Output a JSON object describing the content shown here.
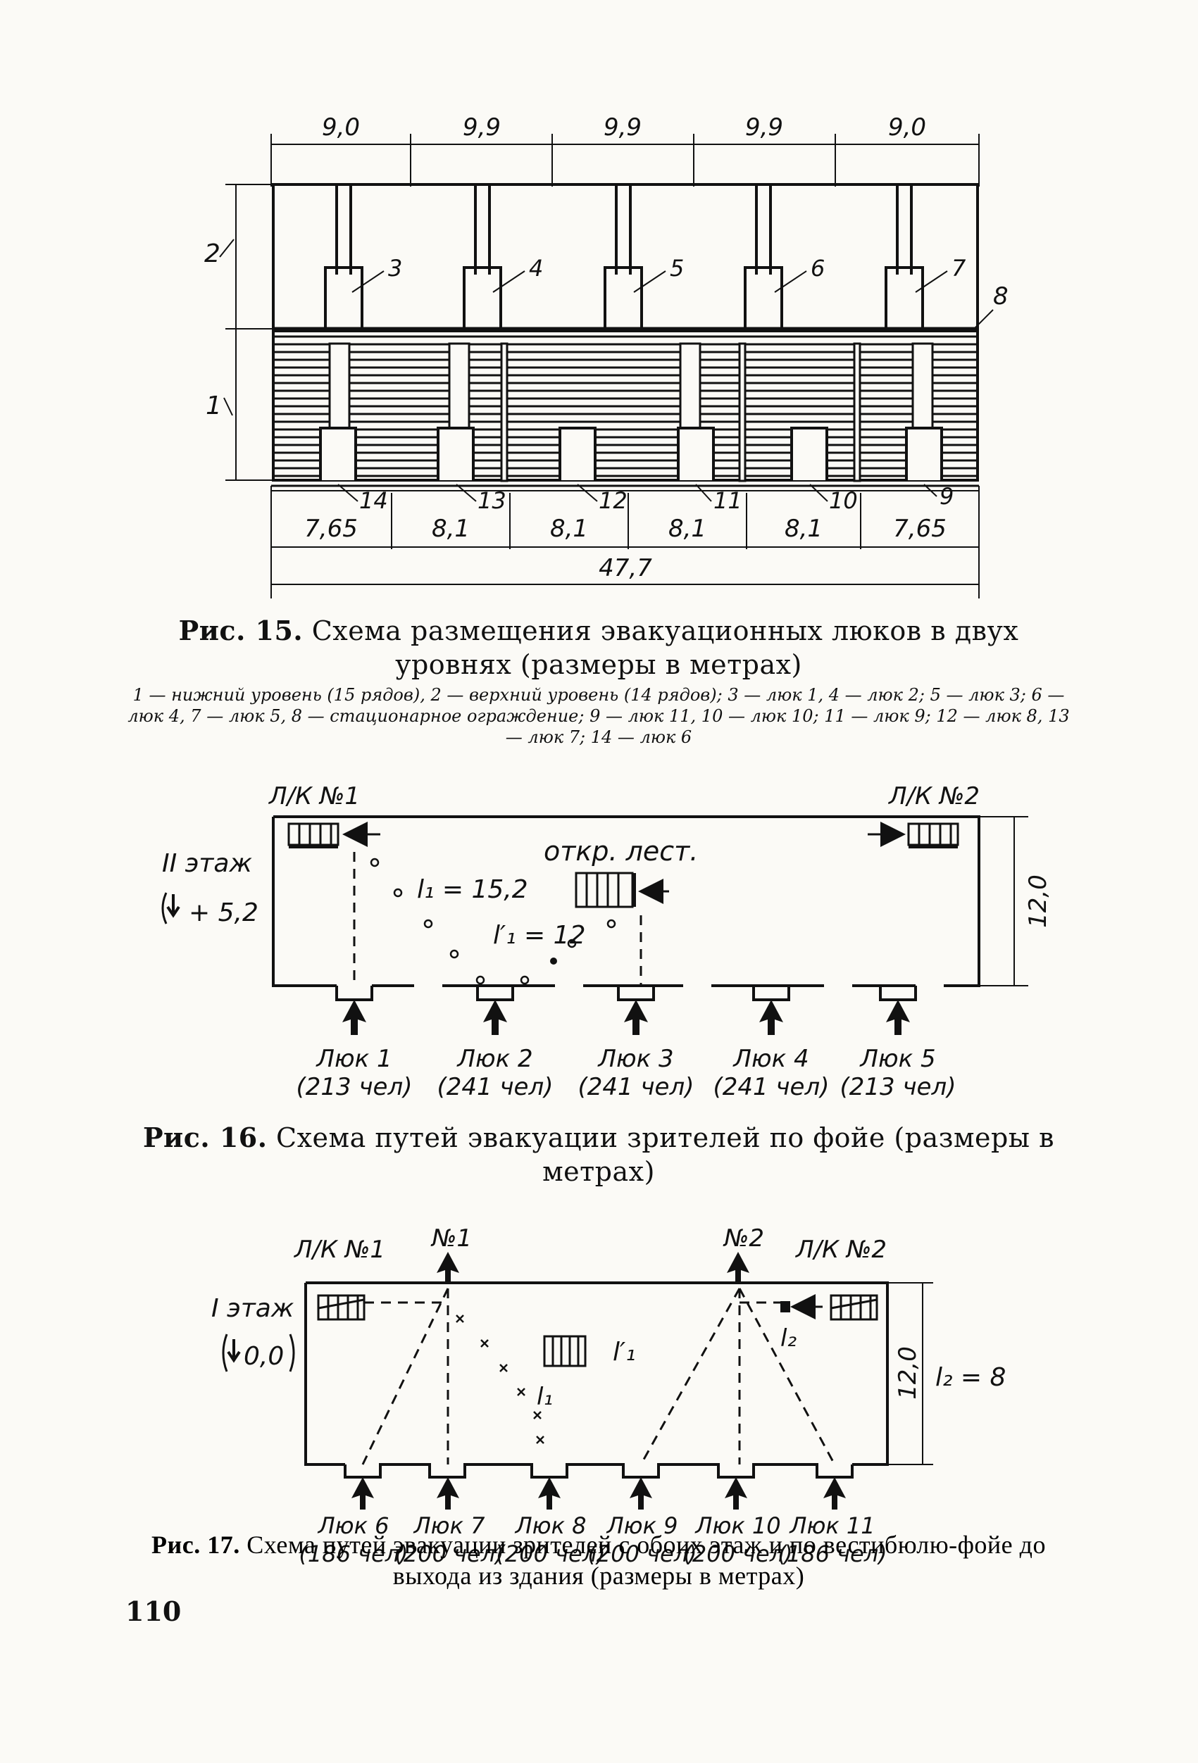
{
  "figure15": {
    "top_dims": [
      "9,0",
      "9,9",
      "9,9",
      "9,9",
      "9,0"
    ],
    "bottom_dims": [
      "7,65",
      "8,1",
      "8,1",
      "8,1",
      "8,1",
      "7,65"
    ],
    "total_dim": "47,7",
    "level_labels": [
      "2",
      "1"
    ],
    "upper_hatch_labels": [
      "3",
      "4",
      "5",
      "6",
      "7"
    ],
    "fence_label": "8",
    "lower_hatch_labels": [
      "14",
      "13",
      "12",
      "11",
      "10",
      "9"
    ],
    "caption_num": "Рис. 15.",
    "caption_text": "Схема размещения эвакуационных люков в двух уровнях (размеры в метрах)",
    "legend": "1 — нижний уровень (15 рядов), 2 — верхний уровень (14 рядов); 3 — люк 1, 4 — люк 2; 5 — люк 3; 6 — люк 4, 7 — люк 5, 8 — стационарное ограждение; 9 — люк 11, 10 — люк 10; 11 — люк 9; 12 — люк 8, 13 — люк 7; 14 — люк 6"
  },
  "figure16": {
    "stair1_label": "Л/К №1",
    "stair2_label": "Л/К №2",
    "floor_label": "II этаж",
    "level_mark": "+ 5,2",
    "open_stair_label": "откр. лест.",
    "path_l1": "l₁ = 15,2",
    "path_l1_prime": "l′₁ = 12",
    "depth_dim": "12,0",
    "hatches": [
      {
        "name": "Люк 1",
        "people": "(213 чел)"
      },
      {
        "name": "Люк 2",
        "people": "(241 чел)"
      },
      {
        "name": "Люк 3",
        "people": "(241 чел)"
      },
      {
        "name": "Люк 4",
        "people": "(241 чел)"
      },
      {
        "name": "Люк 5",
        "people": "(213 чел)"
      }
    ],
    "caption_num": "Рис. 16.",
    "caption_text": "Схема путей эвакуации зрителей по фойе (размеры в метрах)"
  },
  "figure17": {
    "stair1_label": "Л/К №1",
    "stair2_label": "Л/К №2",
    "exit1_label": "№1",
    "exit2_label": "№2",
    "floor_label": "I этаж",
    "level_mark": "0,0",
    "path_l1_prime": "l′₁",
    "path_l1": "l₁",
    "path_l2": "l₂",
    "depth_dim": "12,0",
    "l2_value": "l₂ = 8",
    "hatches": [
      {
        "name": "Люк 6",
        "people": "(186 чел)"
      },
      {
        "name": "Люк 7",
        "people": "(200 чел)"
      },
      {
        "name": "Люк 8",
        "people": "(200 чел)"
      },
      {
        "name": "Люк 9",
        "people": "(200 чел)"
      },
      {
        "name": "Люк 10",
        "people": "(200 чел)"
      },
      {
        "name": "Люк 11",
        "people": "(186 чел)"
      }
    ],
    "caption_num": "Рис. 17.",
    "caption_text": "Схема путей эвакуации зрителей с обоих этаж и по вестибюлю-фойе до выхода из здания (размеры в метрах)"
  },
  "page_number": "110"
}
